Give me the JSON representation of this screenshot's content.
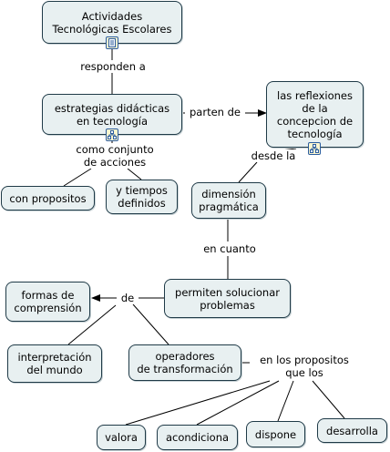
{
  "concepts": {
    "actividades": "Actividades\nTecnológicas Escolares",
    "estrategias": "estrategias didácticas\nen tecnología",
    "reflexiones": "las reflexiones\nde la\nconcepcion de\ntecnología",
    "con_propositos": "con propositos",
    "tiempos": "y tiempos\ndefinidos",
    "dimension": "dimensión\npragmática",
    "permiten": "permiten solucionar\nproblemas",
    "formas": "formas de\ncomprensión",
    "interpretacion": "interpretación\ndel mundo",
    "operadores": "operadores\nde transformación",
    "valora": "valora",
    "acondiciona": "acondiciona",
    "dispone": "dispone",
    "desarrolla": "desarrolla"
  },
  "linking_phrases": {
    "responden_a": "responden a",
    "parten_de": "parten de",
    "como_conjunto": "como conjunto\nde acciones",
    "desde_la": "desde la",
    "en_cuanto": "en cuanto",
    "de": "de",
    "en_los_propositos": "en los propositos\nque los"
  },
  "resource_icons": {
    "actividades": "document-icon",
    "estrategias": "concept-map-icon",
    "reflexiones": "concept-map-icon"
  },
  "colors": {
    "node_fill": "#e8f0f1",
    "node_border": "#1f3a47",
    "line": "#000000"
  }
}
